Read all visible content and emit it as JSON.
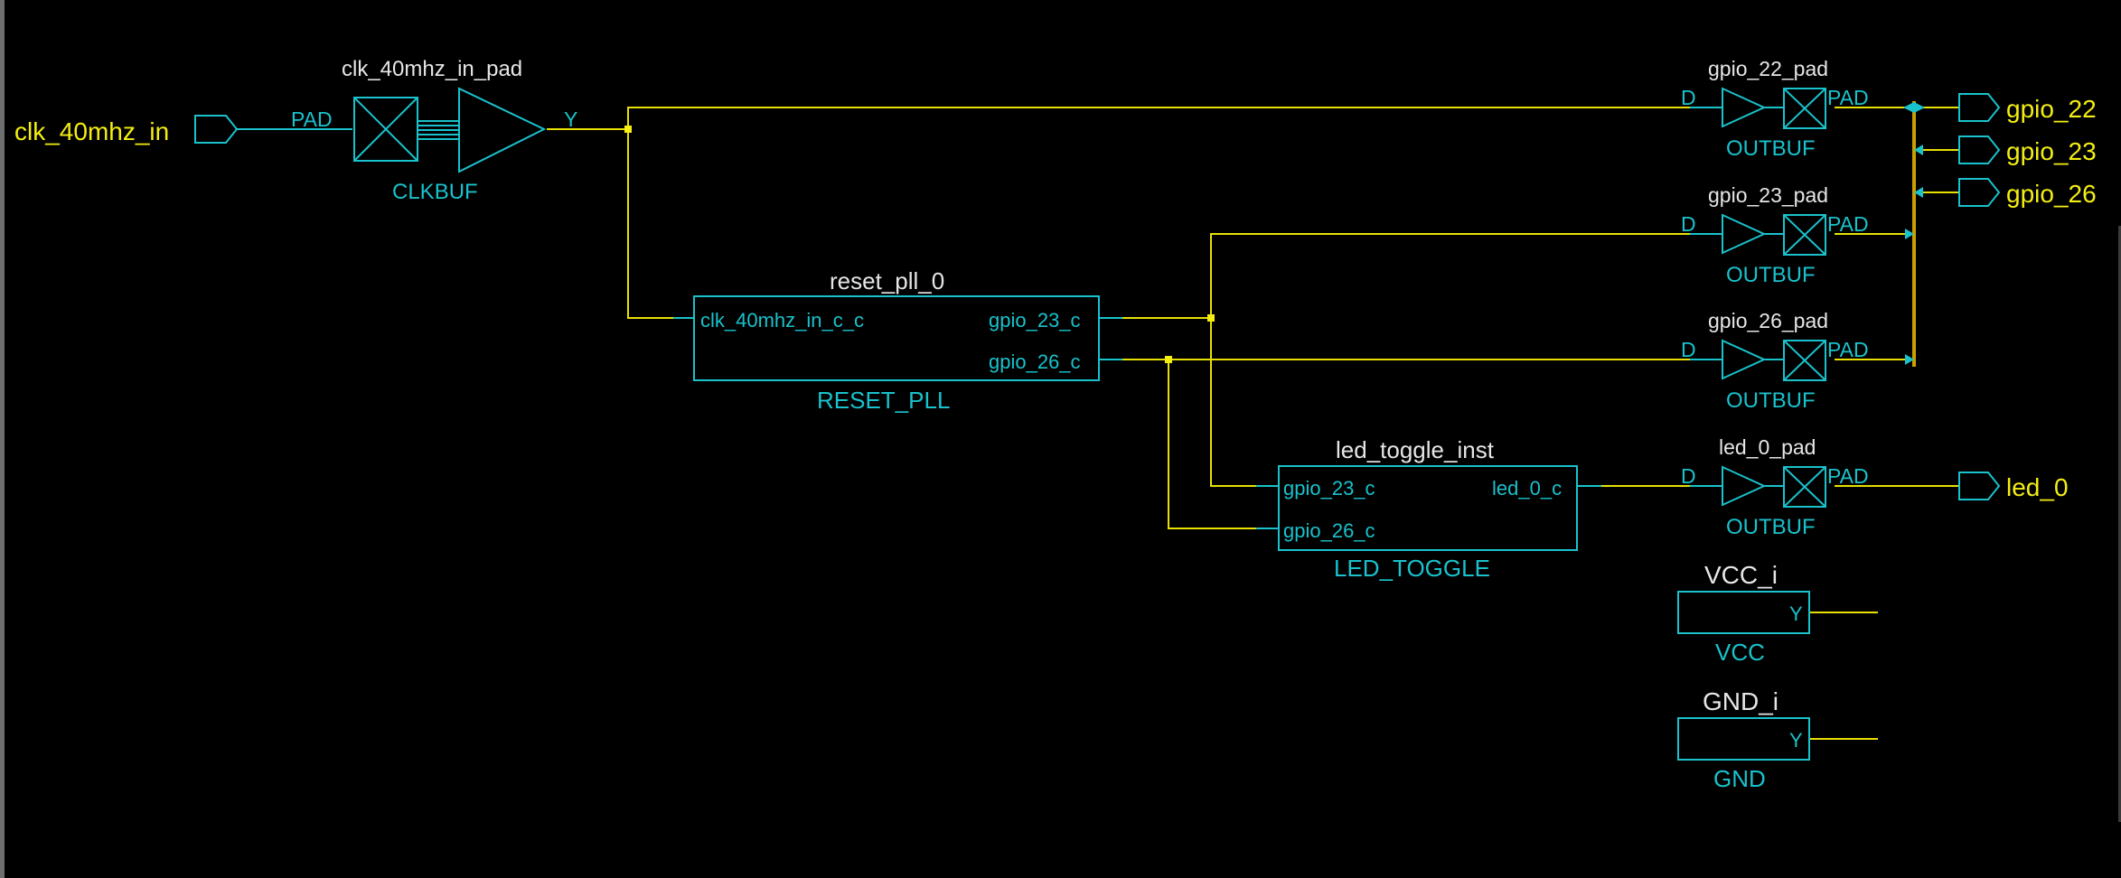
{
  "ports": {
    "input_clk": "clk_40mhz_in",
    "out_gpio22": "gpio_22",
    "out_gpio23": "gpio_23",
    "out_gpio26": "gpio_26",
    "out_led0": "led_0"
  },
  "clkbuf": {
    "instance": "clk_40mhz_in_pad",
    "type": "CLKBUF",
    "pin_in": "PAD",
    "pin_out": "Y"
  },
  "reset_pll": {
    "instance": "reset_pll_0",
    "type": "RESET_PLL",
    "pin_clk": "clk_40mhz_in_c_c",
    "pin_gpio23": "gpio_23_c",
    "pin_gpio26": "gpio_26_c"
  },
  "led_toggle": {
    "instance": "led_toggle_inst",
    "type": "LED_TOGGLE",
    "pin_gpio23": "gpio_23_c",
    "pin_gpio26": "gpio_26_c",
    "pin_led": "led_0_c"
  },
  "outbufs": [
    {
      "instance": "gpio_22_pad",
      "type": "OUTBUF",
      "pin_in": "D",
      "pin_out": "PAD"
    },
    {
      "instance": "gpio_23_pad",
      "type": "OUTBUF",
      "pin_in": "D",
      "pin_out": "PAD"
    },
    {
      "instance": "gpio_26_pad",
      "type": "OUTBUF",
      "pin_in": "D",
      "pin_out": "PAD"
    },
    {
      "instance": "led_0_pad",
      "type": "OUTBUF",
      "pin_in": "D",
      "pin_out": "PAD"
    }
  ],
  "vcc": {
    "instance": "VCC_i",
    "type": "VCC",
    "pin": "Y"
  },
  "gnd": {
    "instance": "GND_i",
    "type": "GND",
    "pin": "Y"
  },
  "colors": {
    "wire": "#e8e000",
    "cell": "#19c2cc",
    "port": "#f4ee12",
    "background": "#000000",
    "bus": "#c8a000"
  }
}
